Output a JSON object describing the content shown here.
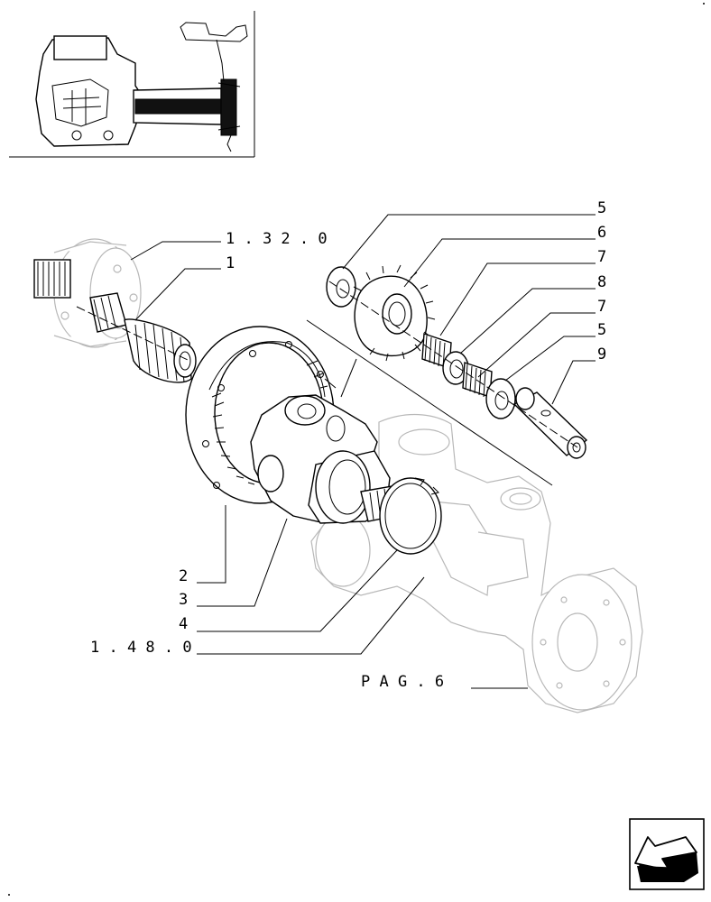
{
  "callouts": {
    "ref_1_32_0": "1 . 3 2 . 0",
    "ref_1_48_0": "1 . 4 8 . 0",
    "pag_6": "P A G .   6",
    "n1": "1",
    "n2": "2",
    "n3": "3",
    "n4": "4",
    "n5_top": "5",
    "n6": "6",
    "n7_top": "7",
    "n8": "8",
    "n7_bottom": "7",
    "n5_bottom": "5",
    "n9": "9"
  },
  "icons": {
    "thumbnail": "locator-thumbnail",
    "next_page": "arrow-back-icon"
  },
  "colors": {
    "line": "#000000",
    "ghost_line": "#b8b8b8",
    "background": "#ffffff"
  }
}
